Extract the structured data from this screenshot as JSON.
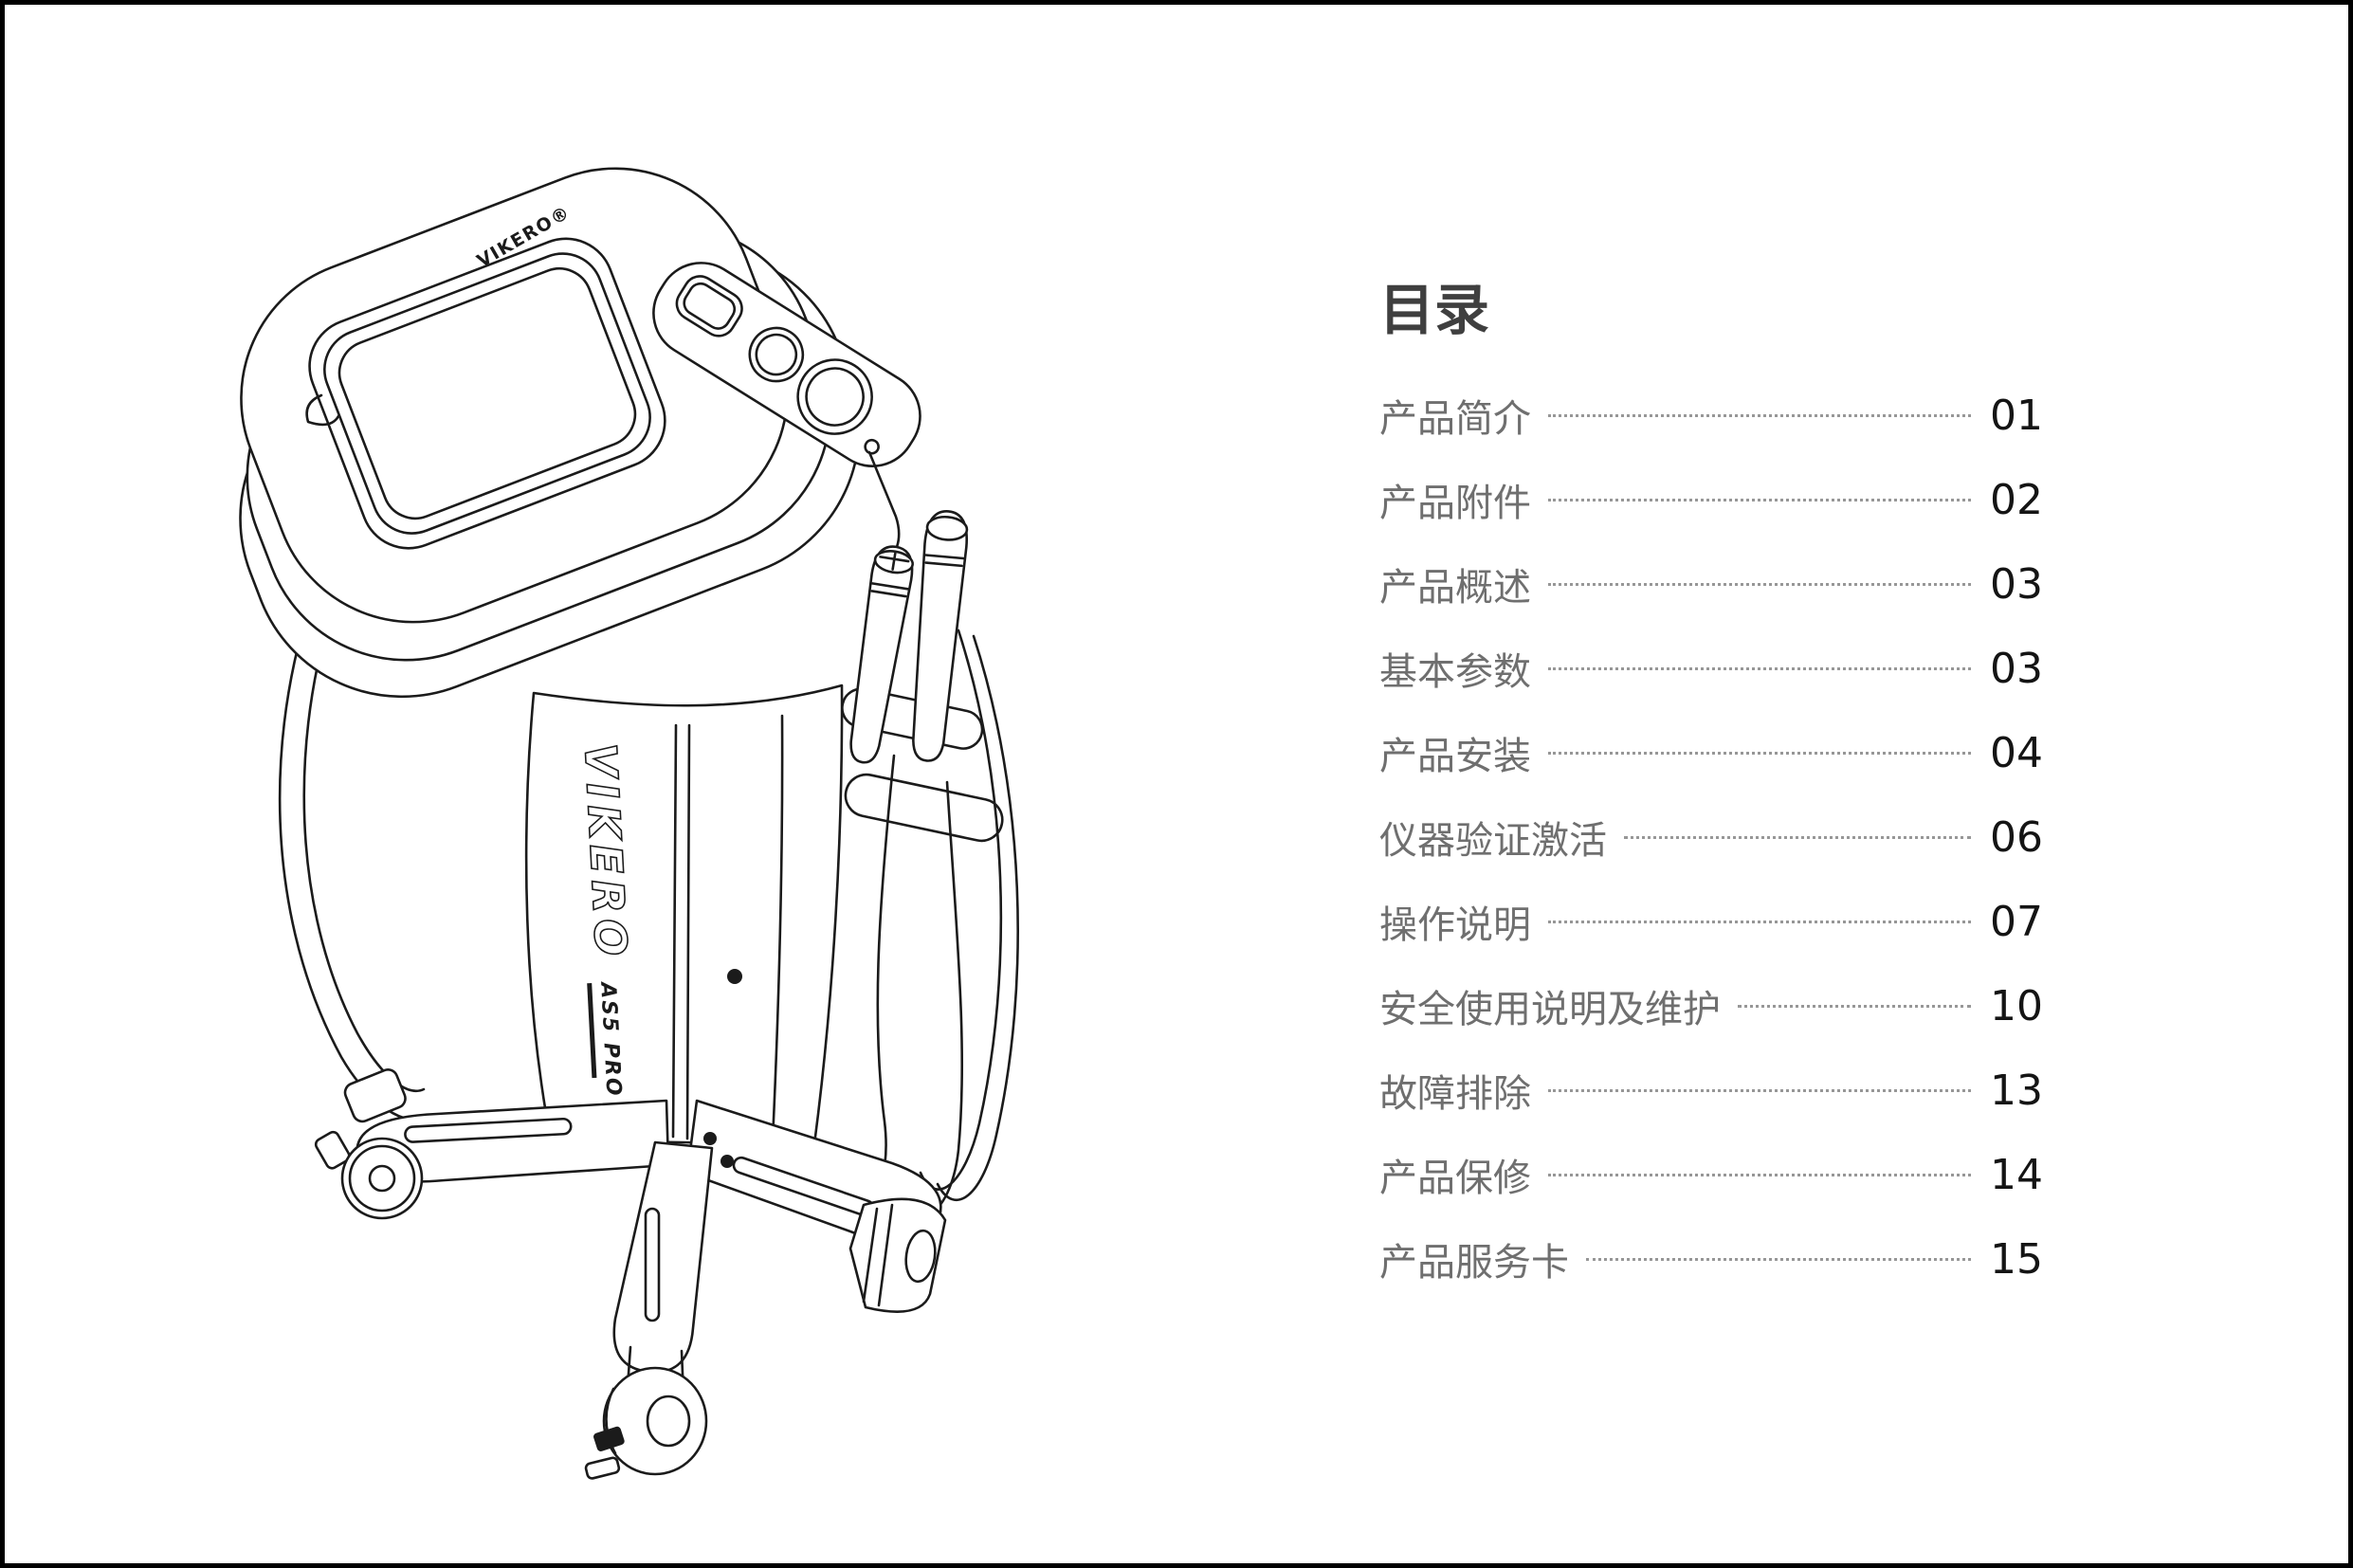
{
  "toc": {
    "title": "目录",
    "entries": [
      {
        "label": "产品简介",
        "page": "01"
      },
      {
        "label": "产品附件",
        "page": "02"
      },
      {
        "label": "产品概述",
        "page": "03"
      },
      {
        "label": "基本参数",
        "page": "03"
      },
      {
        "label": "产品安装",
        "page": "04"
      },
      {
        "label": "仪器验证激活",
        "page": "06"
      },
      {
        "label": "操作说明",
        "page": "07"
      },
      {
        "label": "安全使用说明及维护",
        "page": "10"
      },
      {
        "label": "故障排除",
        "page": "13"
      },
      {
        "label": "产品保修",
        "page": "14"
      },
      {
        "label": "产品服务卡",
        "page": "15"
      }
    ],
    "colors": {
      "title": "#3f3f3f",
      "label": "#6f6f6f",
      "leader": "#979797",
      "number": "#141414"
    }
  },
  "illustration": {
    "alt": "line-drawing-of-beauty-instrument-trolley",
    "brand": "VIKERO®",
    "side_logo_primary": "VIKERO",
    "side_logo_secondary": "AS5 PRO",
    "ink": "#1b1b1b"
  }
}
